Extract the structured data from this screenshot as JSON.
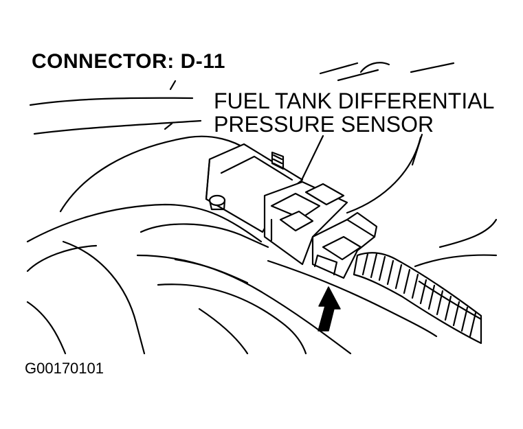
{
  "diagram": {
    "title": "CONNECTOR: D-11",
    "callout_line_1": "FUEL TANK DIFFERENTIAL",
    "callout_line_2": "PRESSURE SENSOR",
    "figure_id": "G00170101"
  },
  "colors": {
    "ink": "#000000",
    "paper": "#ffffff"
  }
}
